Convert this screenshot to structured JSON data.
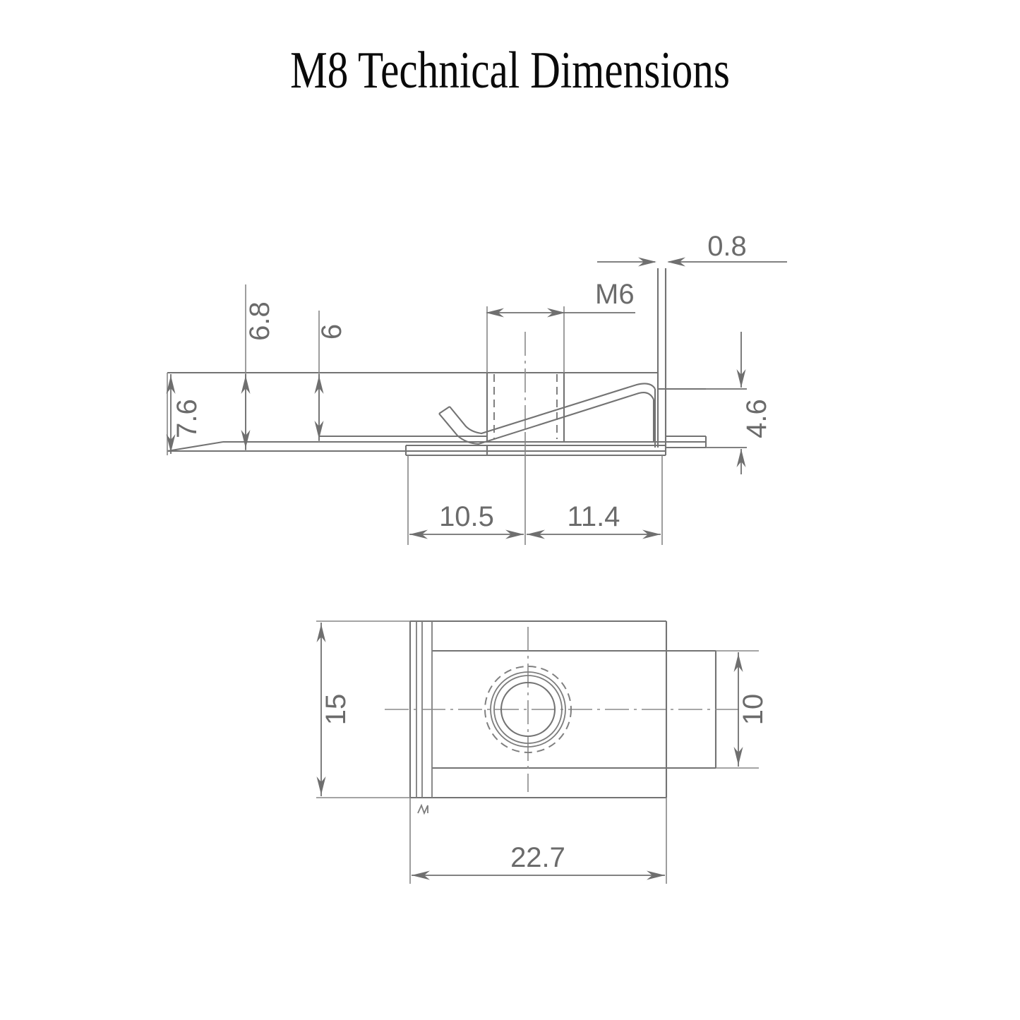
{
  "page": {
    "title": "M8 Technical Dimensions",
    "background_color": "#ffffff",
    "line_color": "#737373",
    "text_color": "#6b6b6b"
  },
  "drawing": {
    "part_name": "M8 Technical Dimensions",
    "type": "engineering-drawing",
    "views": [
      {
        "name": "side-elevation-view",
        "position": "upper"
      },
      {
        "name": "plan-view",
        "position": "lower"
      }
    ]
  },
  "dimensions": {
    "side_view": {
      "height_total": "7.6",
      "height_mid": "6.8",
      "height_inner": "6",
      "thread_callout": "M6",
      "thickness": "0.8",
      "height_right": "4.6",
      "length_left": "10.5",
      "length_right": "11.4"
    },
    "plan_view": {
      "width_overall": "15",
      "width_tongue": "10",
      "length_overall": "22.7"
    }
  },
  "labels": {
    "d_7_6": "7.6",
    "d_6_8": "6.8",
    "d_6": "6",
    "d_m6": "M6",
    "d_0_8": "0.8",
    "d_4_6": "4.6",
    "d_10_5": "10.5",
    "d_11_4": "11.4",
    "d_15": "15",
    "d_10": "10",
    "d_22_7": "22.7"
  }
}
